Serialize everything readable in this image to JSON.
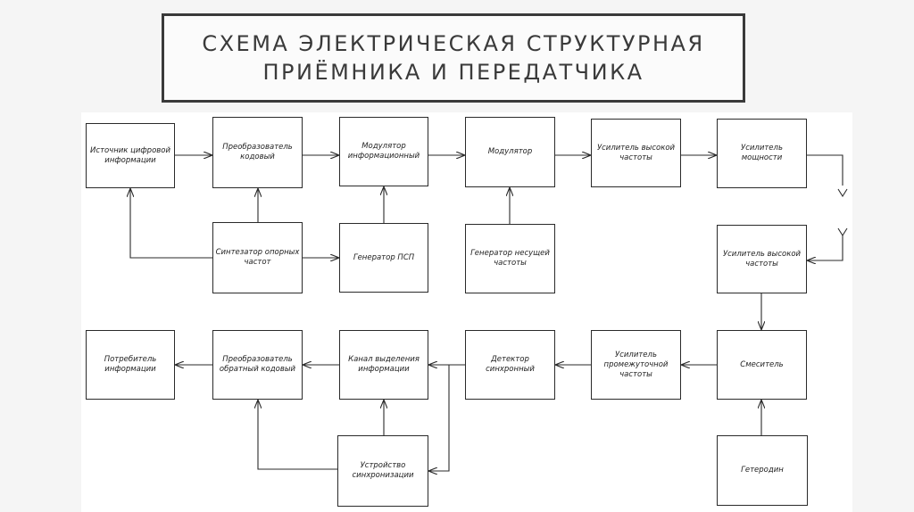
{
  "title": {
    "line1": "СХЕМА ЭЛЕКТРИЧЕСКАЯ СТРУКТУРНАЯ",
    "line2": "ПРИЁМНИКА И ПЕРЕДАТЧИКА"
  },
  "blocks": {
    "source": "Источник цифровой информации",
    "encoder": "Преобразователь кодовый",
    "info_modulator": "Модулятор информационный",
    "modulator": "Модулятор",
    "hf_amp_tx": "Усилитель высокой частоты",
    "power_amp": "Усилитель мощности",
    "synth": "Синтезатор опорных частот",
    "pn_gen": "Генератор ПСП",
    "carrier_gen": "Генератор несущей частоты",
    "hf_amp_rx": "Усилитель высокой частоты",
    "consumer": "Потребитель информации",
    "decoder": "Преобразователь обратный кодовый",
    "info_channel": "Канал выделения информации",
    "sync_detector": "Детектор синхронный",
    "if_amp": "Усилитель промежуточной частоты",
    "mixer": "Смеситель",
    "sync_device": "Устройство синхронизации",
    "heterodyne": "Гетеродин"
  },
  "colors": {
    "line": "#2a2a2a",
    "title_text": "#3a3a3a",
    "background": "#f5f5f5",
    "panel": "#ffffff"
  }
}
